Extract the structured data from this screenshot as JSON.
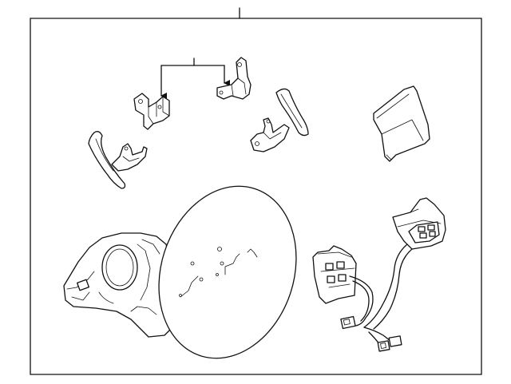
{
  "diagram": {
    "type": "exploded-parts-illustration",
    "parts": [
      {
        "name": "paddle-shifter-left"
      },
      {
        "name": "paddle-bracket-left"
      },
      {
        "name": "paddle-bracket-right"
      },
      {
        "name": "paddle-shifter-right"
      },
      {
        "name": "trim-cover"
      },
      {
        "name": "steering-wheel-assembly"
      },
      {
        "name": "airbag-cover"
      },
      {
        "name": "switch-module-left"
      },
      {
        "name": "switch-module-right"
      },
      {
        "name": "wiring-harness"
      }
    ],
    "colors": {
      "line": "#111111",
      "background": "#ffffff"
    }
  }
}
